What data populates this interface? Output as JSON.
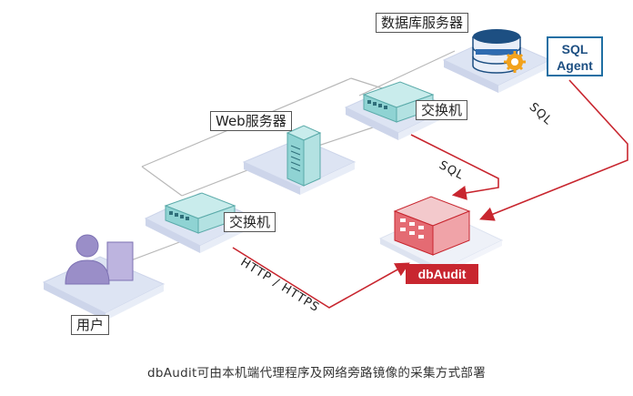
{
  "nodes": {
    "db_server": "数据库服务器",
    "sql_agent_line1": "SQL",
    "sql_agent_line2": "Agent",
    "web_server": "Web服务器",
    "switch_top": "交换机",
    "switch_left": "交换机",
    "user": "用户",
    "dbaudit": "dbAudit"
  },
  "links": {
    "sql_from_agent": "SQL",
    "sql_from_switch": "SQL",
    "http": "HTTP / HTTPS"
  },
  "caption": "dbAudit可由本机端代理程序及网络旁路镜像的采集方式部署",
  "colors": {
    "platform": "#dde4f3",
    "platform_edge": "#cdd5ea",
    "accent_red": "#c8262f",
    "agent_blue": "#1f6fa3",
    "device_teal": "#8fd3d3",
    "user_purple": "#9a8ec8"
  }
}
